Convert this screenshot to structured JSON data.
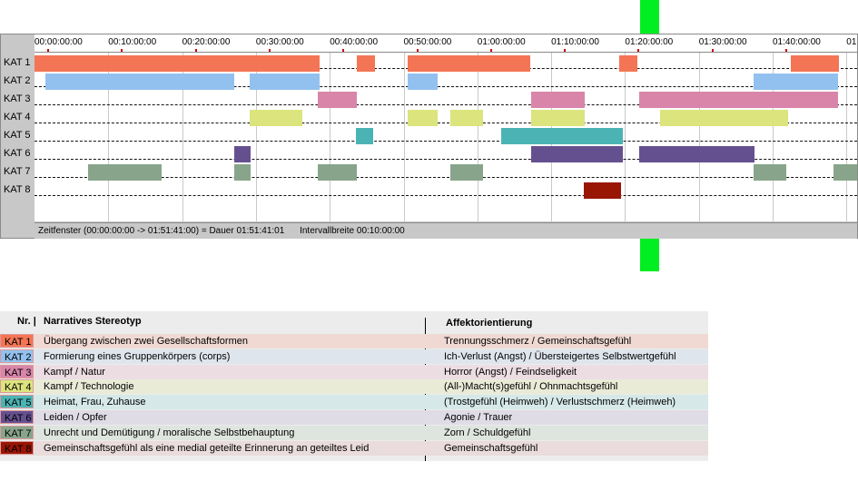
{
  "timeline": {
    "ticks": [
      "00:00:00:00",
      "00:10:00:00",
      "00:20:00:00",
      "00:30:00:00",
      "00:40:00:00",
      "00:50:00:00",
      "01:00:00:00",
      "01:10:00:00",
      "01:20:00:00",
      "01:30:00:00",
      "01:40:00:00",
      "01:"
    ],
    "rows": [
      {
        "label": "KAT 1",
        "color": "#f47555",
        "segments": [
          [
            0,
            38.6
          ],
          [
            43.7,
            46.1
          ],
          [
            50.5,
            67.1
          ],
          [
            79.2,
            81.7
          ],
          [
            102.5,
            109.0
          ]
        ]
      },
      {
        "label": "KAT 2",
        "color": "#93c1ef",
        "segments": [
          [
            1.5,
            27.1
          ],
          [
            29.1,
            38.6
          ],
          [
            50.5,
            54.6
          ],
          [
            97.4,
            108.9
          ]
        ]
      },
      {
        "label": "KAT 3",
        "color": "#d985a9",
        "segments": [
          [
            38.4,
            43.7
          ],
          [
            67.3,
            74.6
          ],
          [
            81.9,
            108.9
          ]
        ]
      },
      {
        "label": "KAT 4",
        "color": "#dbe47d",
        "segments": [
          [
            29.1,
            36.3
          ],
          [
            50.5,
            54.6
          ],
          [
            56.3,
            60.8
          ],
          [
            67.3,
            74.6
          ],
          [
            84.8,
            102.1
          ]
        ]
      },
      {
        "label": "KAT 5",
        "color": "#4cb3b4",
        "segments": [
          [
            43.5,
            45.9
          ],
          [
            63.2,
            79.7
          ]
        ]
      },
      {
        "label": "KAT 6",
        "color": "#65508f",
        "segments": [
          [
            27.1,
            29.3
          ],
          [
            67.3,
            79.7
          ],
          [
            81.9,
            97.6
          ]
        ]
      },
      {
        "label": "KAT 7",
        "color": "#88a58b",
        "segments": [
          [
            7.2,
            17.2
          ],
          [
            27.1,
            29.3
          ],
          [
            38.4,
            43.7
          ],
          [
            56.3,
            60.8
          ],
          [
            97.4,
            101.9
          ],
          [
            108.3,
            112.0
          ]
        ]
      },
      {
        "label": "KAT 8",
        "color": "#991504",
        "segments": [
          [
            74.4,
            79.5
          ]
        ]
      }
    ],
    "status": {
      "window": "Zeitfenster (00:00:00:00 -> 01:51:41:00) = Dauer 01:51:41:01",
      "interval": "Intervallbreite 00:10:00:00"
    }
  },
  "legend": {
    "head_nr": "Nr. |",
    "head_stereotype": "Narratives Stereotyp",
    "head_affect": "Affektorientierung",
    "rows": [
      {
        "kat": "KAT 1",
        "color": "#f47555",
        "bg": "#f0d9d3",
        "name": "Übergang zwischen zwei Gesellschaftsformen",
        "affect": "Trennungsschmerz / Gemeinschaftsgefühl"
      },
      {
        "kat": "KAT 2",
        "color": "#93c1ef",
        "bg": "#dfe5ec",
        "name": "Formierung eines Gruppenkörpers (corps)",
        "affect": "Ich-Verlust (Angst) / Übersteigertes Selbstwertgefühl"
      },
      {
        "kat": "KAT 3",
        "color": "#d985a9",
        "bg": "#ecdde3",
        "name": "Kampf / Natur",
        "affect": "Horror (Angst) / Feindseligkeit"
      },
      {
        "kat": "KAT 4",
        "color": "#dbe47d",
        "bg": "#e9ebd7",
        "name": "Kampf / Technologie",
        "affect": "(All-)Macht(s)gefühl / Ohnmachtsgefühl"
      },
      {
        "kat": "KAT 5",
        "color": "#4cb3b4",
        "bg": "#d6e8e8",
        "name": "Heimat, Frau, Zuhause",
        "affect": "(Trostgefühl (Heimweh) / Verlustschmerz (Heimweh)"
      },
      {
        "kat": "KAT 6",
        "color": "#65508f",
        "bg": "#dfdce6",
        "name": "Leiden / Opfer",
        "affect": "Agonie / Trauer"
      },
      {
        "kat": "KAT 7",
        "color": "#88a58b",
        "bg": "#dee4de",
        "name": "Unrecht und Demütigung / moralische Selbstbehauptung",
        "affect": "Zorn / Schuldgefühl"
      },
      {
        "kat": "KAT 8",
        "color": "#991504",
        "bg": "#eadcdc",
        "name": "Gemeinschaftsgefühl als eine medial geteilte Erinnerung an geteiltes Leid",
        "affect": "Gemeinschaftsgefühl"
      }
    ]
  }
}
